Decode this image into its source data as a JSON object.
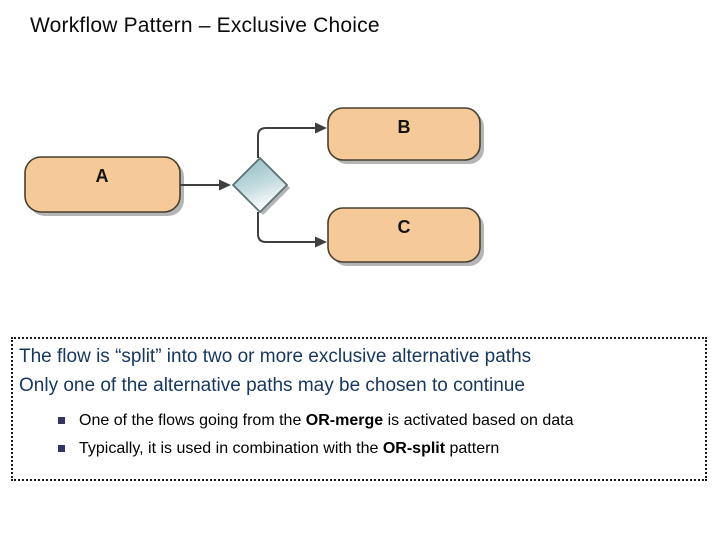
{
  "slide_title": "Workflow Pattern – Exclusive Choice",
  "diagram": {
    "nodes": [
      {
        "label": "A"
      },
      {
        "label": "B"
      },
      {
        "label": "C"
      }
    ],
    "colors": {
      "node_fill": "#f6c998",
      "node_border": "#46402f",
      "diamond_top": "#8fbcc0",
      "diamond_bottom": "#ffffff",
      "diamond_border": "#5c7173",
      "connector": "#3f3f3f",
      "shadow": "#b5b5b5"
    }
  },
  "notes_box": {
    "lines": [
      "The flow is “split” into two or more exclusive alternative paths",
      "Only one of the alternative paths may be chosen to continue"
    ],
    "bullets": [
      {
        "prefix": "One of the flows going from the ",
        "bold": "OR-merge",
        "suffix": " is activated based on data"
      },
      {
        "prefix": "Typically, it is used in combination with the ",
        "bold": "OR-split",
        "suffix": " pattern"
      }
    ],
    "text_color": "#17375e",
    "bullet_marker_color": "#333366"
  }
}
